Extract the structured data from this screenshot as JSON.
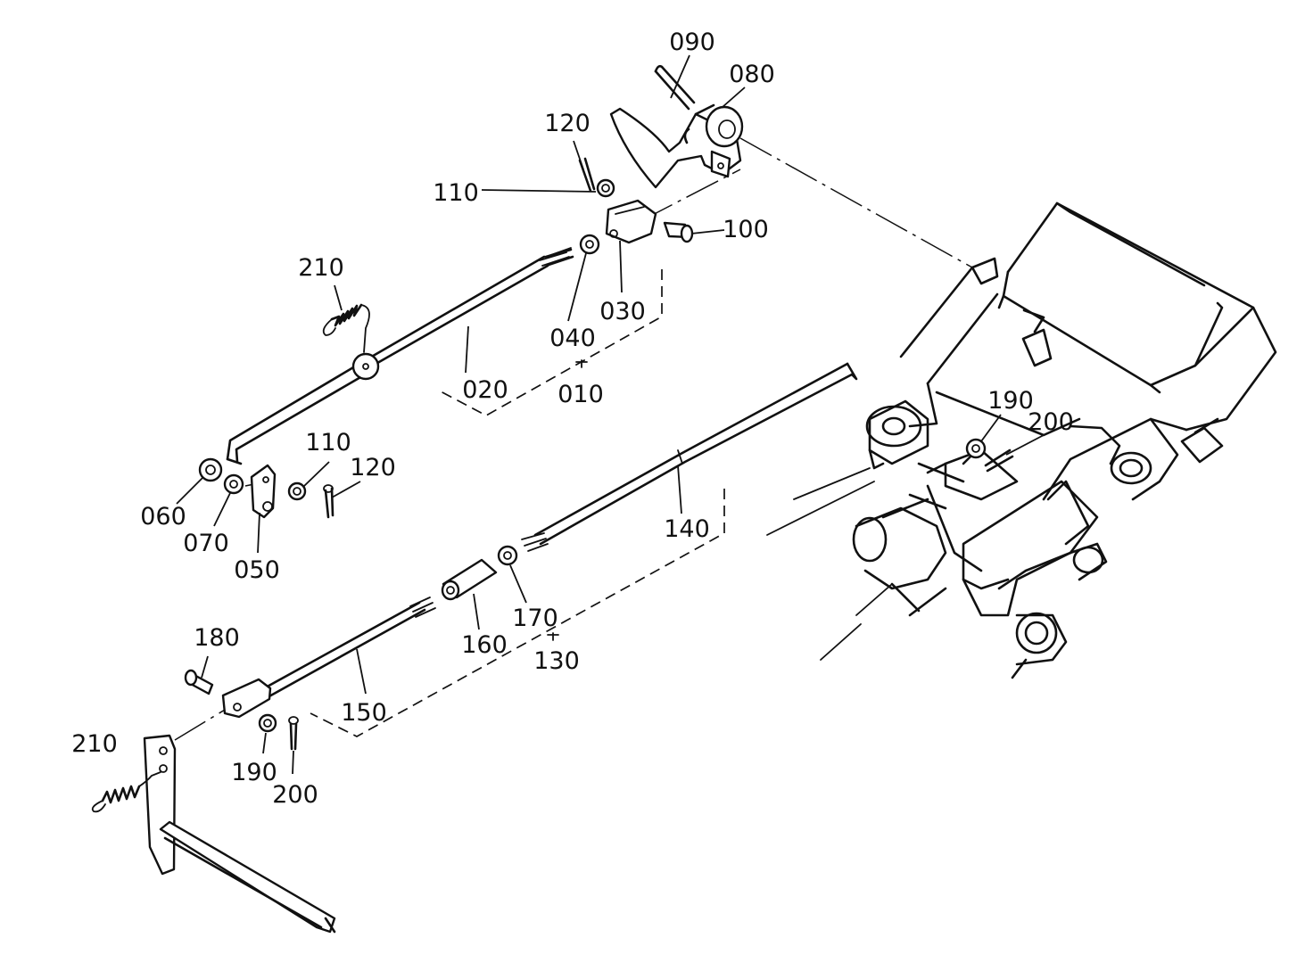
{
  "labels": [
    {
      "id": "p090",
      "text": "090"
    },
    {
      "id": "p080",
      "text": "080"
    },
    {
      "id": "p120a",
      "text": "120"
    },
    {
      "id": "p110a",
      "text": "110"
    },
    {
      "id": "p100",
      "text": "100"
    },
    {
      "id": "p210a",
      "text": "210"
    },
    {
      "id": "p030",
      "text": "030"
    },
    {
      "id": "p040",
      "text": "040"
    },
    {
      "id": "p020",
      "text": "020"
    },
    {
      "id": "p010",
      "text": "010"
    },
    {
      "id": "p110b",
      "text": "110"
    },
    {
      "id": "p120b",
      "text": "120"
    },
    {
      "id": "p060",
      "text": "060"
    },
    {
      "id": "p070",
      "text": "070"
    },
    {
      "id": "p050",
      "text": "050"
    },
    {
      "id": "p190a",
      "text": "190"
    },
    {
      "id": "p200a",
      "text": "200"
    },
    {
      "id": "p140",
      "text": "140"
    },
    {
      "id": "p170",
      "text": "170"
    },
    {
      "id": "p160",
      "text": "160"
    },
    {
      "id": "p130",
      "text": "130"
    },
    {
      "id": "p180",
      "text": "180"
    },
    {
      "id": "p150",
      "text": "150"
    },
    {
      "id": "p210b",
      "text": "210"
    },
    {
      "id": "p190b",
      "text": "190"
    },
    {
      "id": "p200b",
      "text": "200"
    }
  ]
}
